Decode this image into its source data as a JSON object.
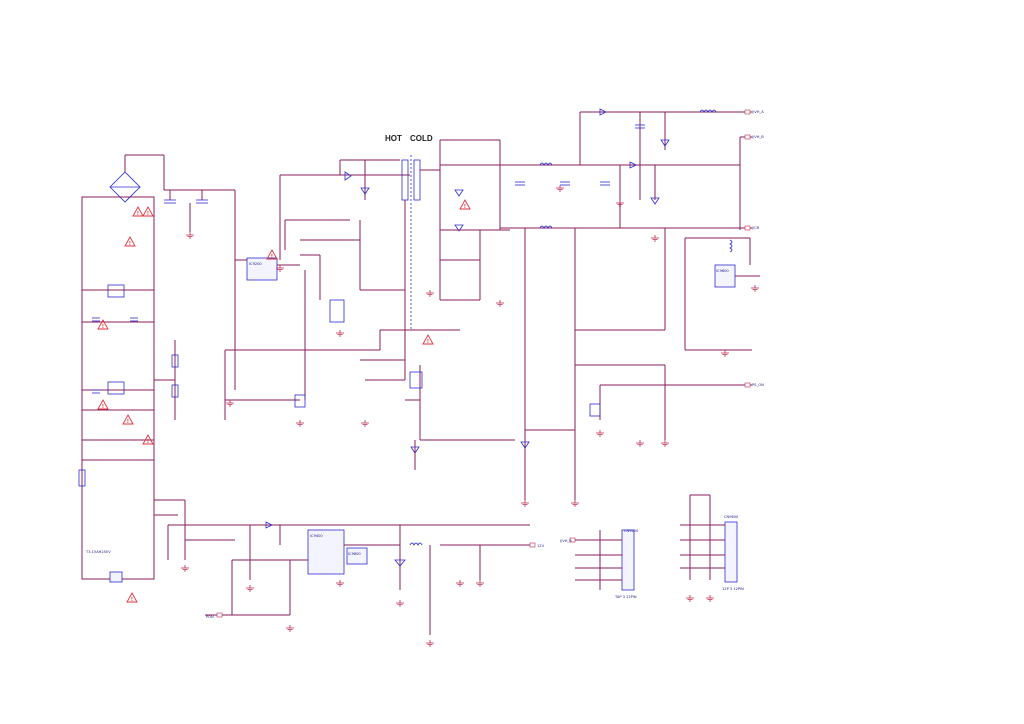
{
  "zones": {
    "hot": "HOT",
    "cold": "COLD"
  },
  "signals": {
    "jvh_a": "J/VH_A",
    "jvh_b": "J/VH_B",
    "jcr": "J/CR",
    "ps_on": "PS_ON",
    "jvh_lo": "J/VH_B",
    "pon": "PON",
    "j12v": "12V"
  },
  "fuse": {
    "ref": "T3.15AH250V"
  },
  "connectors": {
    "cn1": "CN9200",
    "cn1_type": "TAP 3 12PIN",
    "cn2": "CN9600",
    "cn2_type": "12P 3 12PIN"
  },
  "ics": {
    "u1": "IC9200",
    "u2": "IC9400",
    "u3": "IC9800",
    "u4": "IC9600"
  },
  "colors": {
    "wire": "#8a1f5c",
    "component": "#2b2bd0",
    "ground": "#c0264a",
    "warning": "#e0303a",
    "text": "#1a1a80"
  },
  "icons": {
    "warning": "warning-triangle-icon",
    "ground": "ground-icon"
  }
}
